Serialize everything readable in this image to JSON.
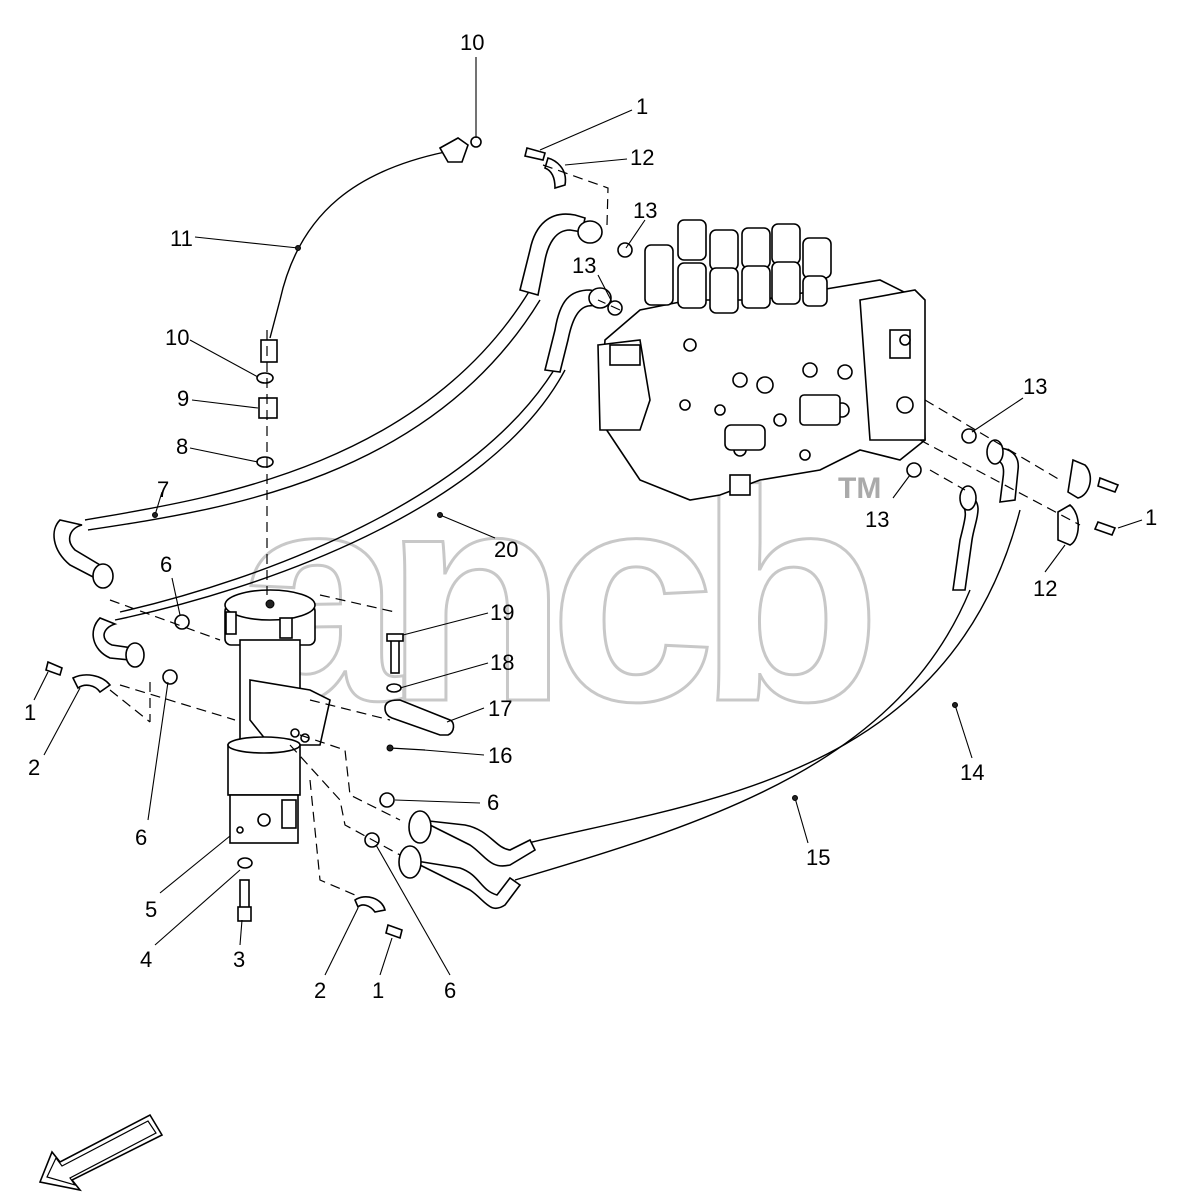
{
  "watermark": {
    "text": "ancb",
    "mark": "TM"
  },
  "callouts": [
    {
      "id": "c10a",
      "label": "10"
    },
    {
      "id": "c1a",
      "label": "1"
    },
    {
      "id": "c12a",
      "label": "12"
    },
    {
      "id": "c13a",
      "label": "13"
    },
    {
      "id": "c11",
      "label": "11"
    },
    {
      "id": "c13b",
      "label": "13"
    },
    {
      "id": "c10b",
      "label": "10"
    },
    {
      "id": "c9",
      "label": "9"
    },
    {
      "id": "c8",
      "label": "8"
    },
    {
      "id": "c13c",
      "label": "13"
    },
    {
      "id": "c7",
      "label": "7"
    },
    {
      "id": "c13d",
      "label": "13"
    },
    {
      "id": "c1b",
      "label": "1"
    },
    {
      "id": "c20",
      "label": "20"
    },
    {
      "id": "c6a",
      "label": "6"
    },
    {
      "id": "c12b",
      "label": "12"
    },
    {
      "id": "c19",
      "label": "19"
    },
    {
      "id": "c18",
      "label": "18"
    },
    {
      "id": "c1c",
      "label": "1"
    },
    {
      "id": "c17",
      "label": "17"
    },
    {
      "id": "c2a",
      "label": "2"
    },
    {
      "id": "c16",
      "label": "16"
    },
    {
      "id": "c14",
      "label": "14"
    },
    {
      "id": "c6b",
      "label": "6"
    },
    {
      "id": "c6c",
      "label": "6"
    },
    {
      "id": "c15",
      "label": "15"
    },
    {
      "id": "c5",
      "label": "5"
    },
    {
      "id": "c4",
      "label": "4"
    },
    {
      "id": "c3",
      "label": "3"
    },
    {
      "id": "c2b",
      "label": "2"
    },
    {
      "id": "c1d",
      "label": "1"
    },
    {
      "id": "c6d",
      "label": "6"
    }
  ],
  "icons": {
    "direction_arrow": "front-direction-arrow-icon"
  }
}
